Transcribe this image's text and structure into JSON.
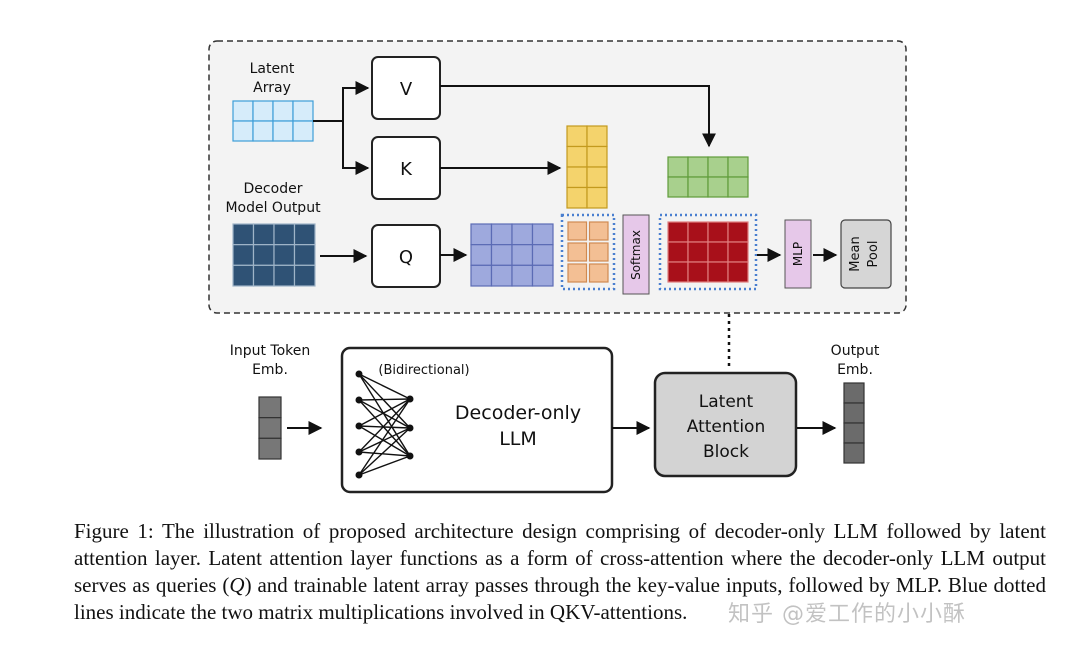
{
  "latent_block": {
    "latent_array_line1": "Latent",
    "latent_array_line2": "Array",
    "decoder_output_line1": "Decoder",
    "decoder_output_line2": "Model Output",
    "v_label": "V",
    "k_label": "K",
    "q_label": "Q",
    "softmax_label": "Softmax",
    "mlp_label": "MLP",
    "mean_pool_line1": "Mean",
    "mean_pool_line2": "Pool"
  },
  "pipeline": {
    "input_token_line1": "Input Token",
    "input_token_line2": "Emb.",
    "bidirectional_label": "(Bidirectional)",
    "llm_line1": "Decoder-only",
    "llm_line2": "LLM",
    "latent_attention_line1": "Latent",
    "latent_attention_line2": "Attention",
    "latent_attention_line3": "Block",
    "output_line1": "Output",
    "output_line2": "Emb."
  },
  "caption": {
    "part1": "Figure 1: The illustration of proposed architecture design comprising of decoder-only LLM followed by latent attention layer. Latent attention layer functions as a form of cross-attention where the decoder-only LLM output serves as queries (",
    "q_symbol": "Q",
    "part2": ") and trainable latent array passes through the key-value inputs, followed by MLP. Blue dotted lines indicate the two matrix multiplications involved in QKV-attentions."
  },
  "watermark": "知乎 @爱工作的小小酥",
  "colors": {
    "latent_array": "#d6ecfa",
    "decoder_output": "#2f5275",
    "query_matrix": "#9ea9dd",
    "key_matrix": "#f4d36c",
    "value_matrix": "#a8d08d",
    "attention_scores": "#f3bf94",
    "attention_output": "#a8101a",
    "softmax_box": "#e6c8e9",
    "mlp_box": "#e6c8e9",
    "mean_pool_box": "#d6d6d6",
    "latent_attention_block": "#d3d3d3",
    "token_emb": "#777777",
    "dotted_highlight": "#4a7fd0",
    "panel_bg": "#f3f3f3"
  }
}
